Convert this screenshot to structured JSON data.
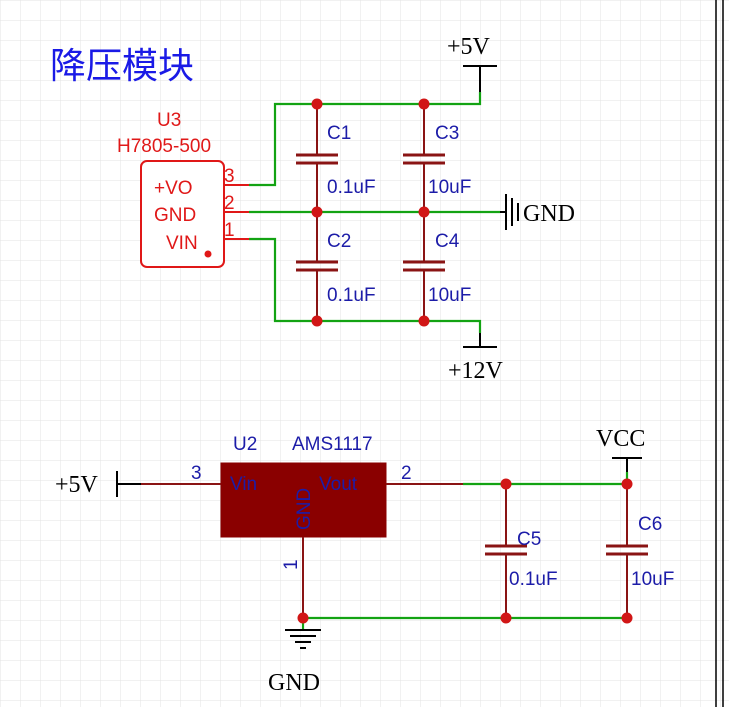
{
  "colors": {
    "wire": "#13a313",
    "component": "#8a1414",
    "junction": "#d11616",
    "ref_text": "#e01818",
    "value_text": "#1c1ca8",
    "title_text": "#1a1ae6",
    "ic_body": "#8a0000"
  },
  "title": "降压模块",
  "u3": {
    "ref": "U3",
    "part": "H7805-500",
    "pins": {
      "vo": "+VO",
      "gnd": "GND",
      "vin": "VIN"
    },
    "pin_numbers": {
      "vo": "3",
      "gnd": "2",
      "vin": "1"
    }
  },
  "caps_top": {
    "c1": {
      "ref": "C1",
      "value": "0.1uF"
    },
    "c3": {
      "ref": "C3",
      "value": "10uF"
    },
    "c2": {
      "ref": "C2",
      "value": "0.1uF"
    },
    "c4": {
      "ref": "C4",
      "value": "10uF"
    }
  },
  "power_top": {
    "plus5v": "+5V",
    "gnd": "GND",
    "plus12v": "+12V"
  },
  "u2": {
    "ref": "U2",
    "part": "AMS1117",
    "pins": {
      "vin": "Vin",
      "gnd": "GND",
      "vout": "Vout"
    },
    "pin_numbers": {
      "vin": "3",
      "gnd": "1",
      "vout": "2"
    }
  },
  "caps_bottom": {
    "c5": {
      "ref": "C5",
      "value": "0.1uF"
    },
    "c6": {
      "ref": "C6",
      "value": "10uF"
    }
  },
  "power_bottom": {
    "plus5v": "+5V",
    "vcc": "VCC",
    "gnd": "GND"
  }
}
